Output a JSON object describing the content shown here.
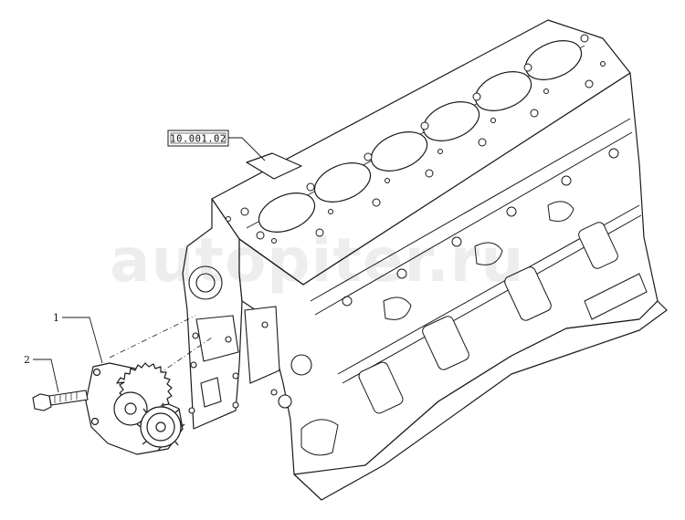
{
  "reference_box": {
    "label": "10.001.02"
  },
  "callouts": [
    {
      "number": "1",
      "target": "oil-pump"
    },
    {
      "number": "2",
      "target": "bolt"
    }
  ],
  "watermark": {
    "text": "autopiter.ru"
  },
  "colors": {
    "line": "#1a1a1a",
    "background": "#ffffff"
  }
}
